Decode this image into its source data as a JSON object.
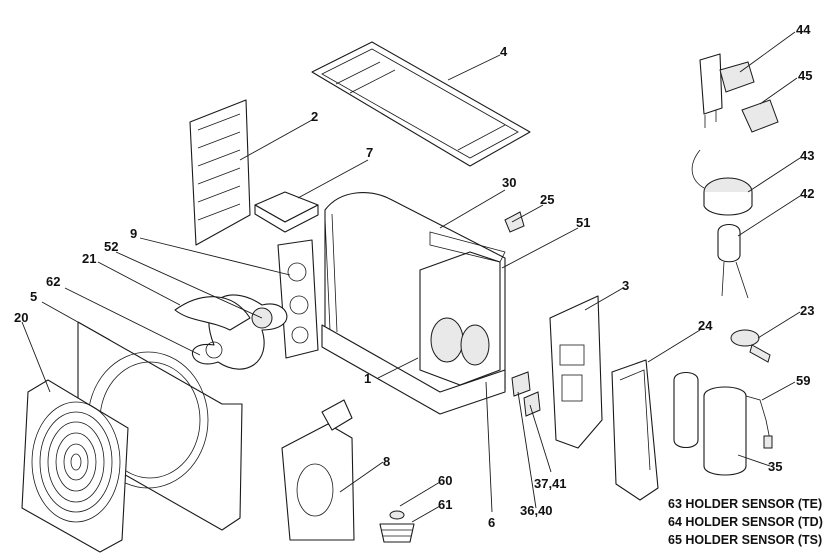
{
  "callouts": {
    "c2": "2",
    "c3": "3",
    "c4": "4",
    "c5": "5",
    "c6": "6",
    "c7": "7",
    "c8": "8",
    "c9": "9",
    "c20": "20",
    "c21": "21",
    "c23": "23",
    "c24": "24",
    "c25": "25",
    "c30": "30",
    "c35": "35",
    "c36_40": "36,40",
    "c37_41": "37,41",
    "c42": "42",
    "c43": "43",
    "c44": "44",
    "c45": "45",
    "c51": "51",
    "c52": "52",
    "c59": "59",
    "c60": "60",
    "c61": "61",
    "c62": "62",
    "c1": "1"
  },
  "legend": {
    "line1": "63 HOLDER SENSOR (TE)",
    "line2": "64  HOLDER SENSOR (TD)",
    "line3": "65  HOLDER SENSOR (TS)"
  }
}
